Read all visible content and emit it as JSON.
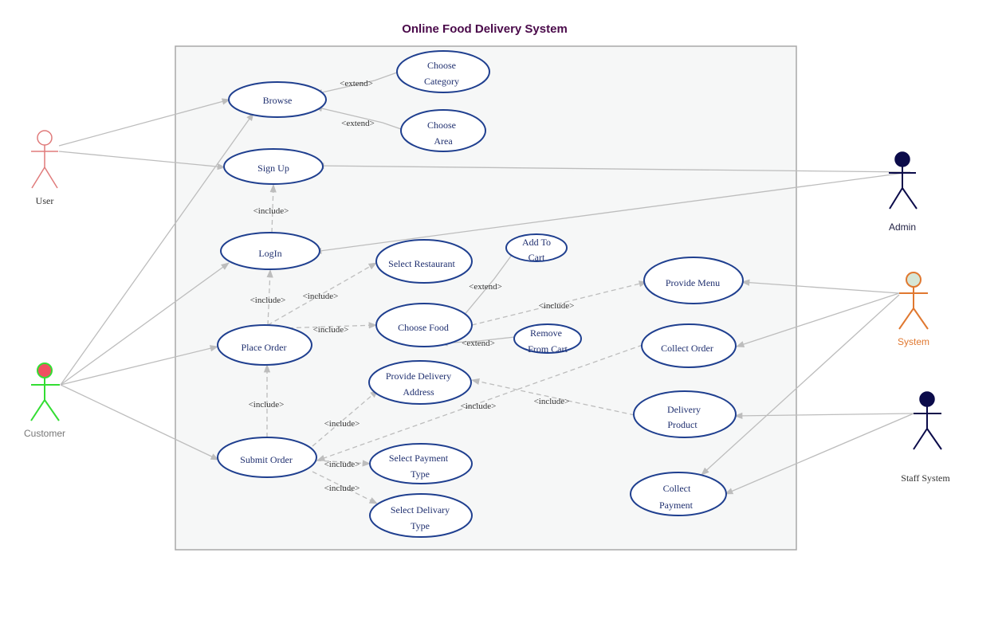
{
  "title": "Online Food Delivery System",
  "colors": {
    "title": "#4a0a4a",
    "usecase_stroke": "#1f3f8f",
    "usecase_text": "#1f2f6f",
    "boundary_fill": "#f6f7f7",
    "boundary_stroke": "#a8a8a8",
    "edge": "#bdbdbd"
  },
  "actors": {
    "user": {
      "label": "User",
      "color": "#e07b7b",
      "label_color": "#333333"
    },
    "customer": {
      "label": "Customer",
      "color": "#33dd33",
      "head_fill": "#f05060",
      "label_color": "#777777"
    },
    "admin": {
      "label": "Admin",
      "color": "#0b0b4a",
      "label_color": "#222244"
    },
    "system": {
      "label": "System",
      "color": "#e07830",
      "head_fill": "#d6e6d6",
      "label_color": "#e07830"
    },
    "staff": {
      "label": "Staff System",
      "color": "#0b0b4a",
      "label_color": "#333333"
    }
  },
  "use_cases": {
    "browse": [
      "Browse"
    ],
    "choose_category": [
      "Choose",
      "Category"
    ],
    "choose_area": [
      "Choose",
      "Area"
    ],
    "sign_up": [
      "Sign Up"
    ],
    "login": [
      "LogIn"
    ],
    "select_restaurant": [
      "Select Restaurant"
    ],
    "add_to_cart": [
      "Add To",
      "Cart"
    ],
    "provide_menu": [
      "Provide  Menu"
    ],
    "choose_food": [
      "Choose  Food"
    ],
    "remove_from_cart": [
      "Remove",
      "From  Cart"
    ],
    "collect_order": [
      "Collect Order"
    ],
    "place_order": [
      "Place Order"
    ],
    "provide_delivery_address": [
      "Provide  Delivery",
      "Address"
    ],
    "delivery_product": [
      "Delivery",
      "Product"
    ],
    "submit_order": [
      "Submit  Order"
    ],
    "select_payment_type": [
      "Select Payment",
      "Type"
    ],
    "select_delivery_type": [
      "Select Delivary",
      "Type"
    ],
    "collect_payment": [
      "Collect",
      "Payment"
    ]
  },
  "relations": {
    "extend": "<extend>",
    "include": "<include>"
  }
}
